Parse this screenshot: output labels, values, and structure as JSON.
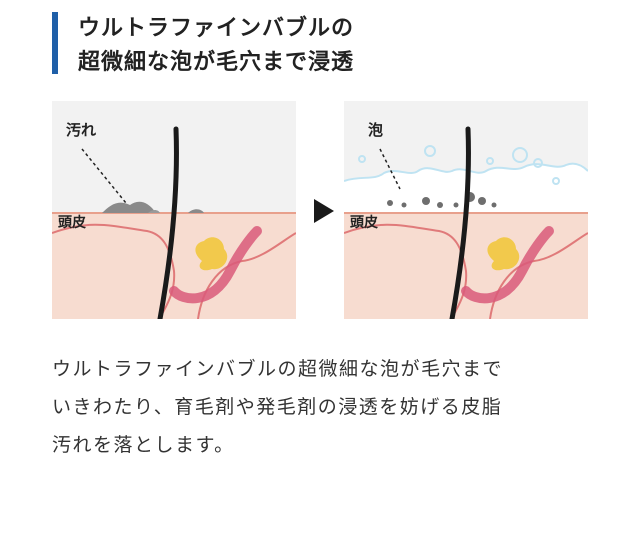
{
  "heading": {
    "line1": "ウルトラファインバブルの",
    "line2": "超微細な泡が毛穴まで浸透"
  },
  "illustration": {
    "before_label_dirt": "汚れ",
    "before_label_scalp": "頭皮",
    "after_label_bubble": "泡",
    "after_label_scalp": "頭皮",
    "arrow_icon": "triangle-right-icon"
  },
  "description": {
    "line1": "ウルトラファインバブルの超微細な泡が毛穴まで",
    "line2": "いきわたり、育毛剤や発毛剤の浸透を妨げる皮脂",
    "line3": "汚れを落とします。"
  },
  "colors": {
    "accent": "#1f5fa8",
    "skin": "#f7dcd0",
    "gland": "#f2c94c"
  }
}
